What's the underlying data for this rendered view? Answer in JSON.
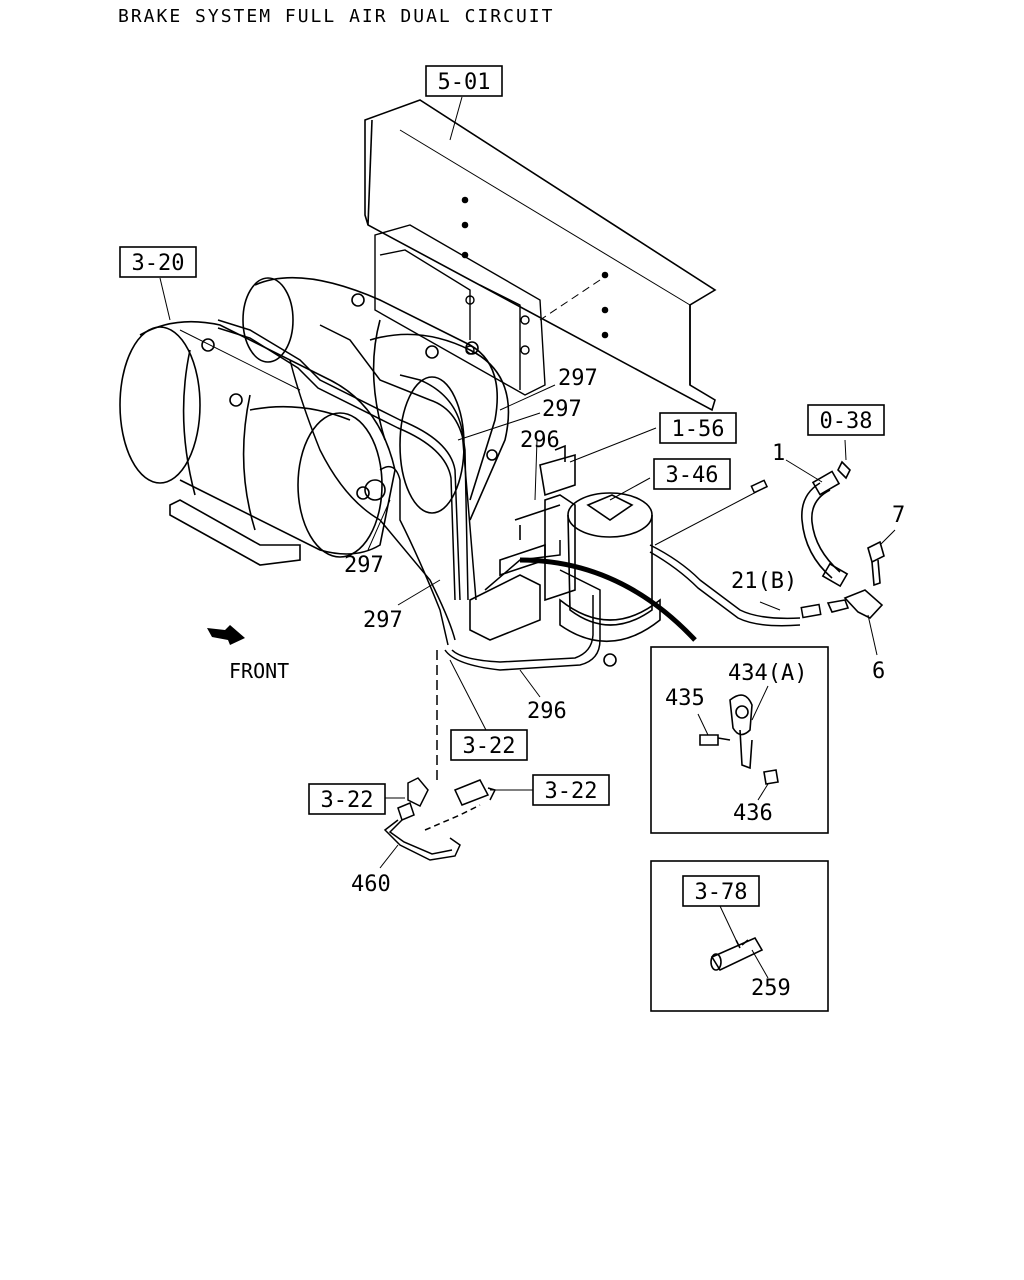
{
  "title": "BRAKE SYSTEM FULL AIR DUAL CIRCUIT",
  "front_label": "FRONT",
  "reference_boxes": {
    "frame": "5-01",
    "tanks": "3-20",
    "valve": "1-56",
    "dryer": "3-46",
    "hose_kit": "0-38",
    "switch_left": "3-22",
    "switch_center": "3-22",
    "switch_right": "3-22",
    "fitting": "3-78"
  },
  "part_numbers": {
    "p1": "1",
    "p7": "7",
    "p6": "6",
    "p21": "21(B)",
    "p297_a": "297",
    "p297_b": "297",
    "p297_c": "297",
    "p297_d": "297",
    "p296_a": "296",
    "p296_b": "296",
    "p434": "434(A)",
    "p435": "435",
    "p436": "436",
    "p460": "460",
    "p259": "259"
  }
}
